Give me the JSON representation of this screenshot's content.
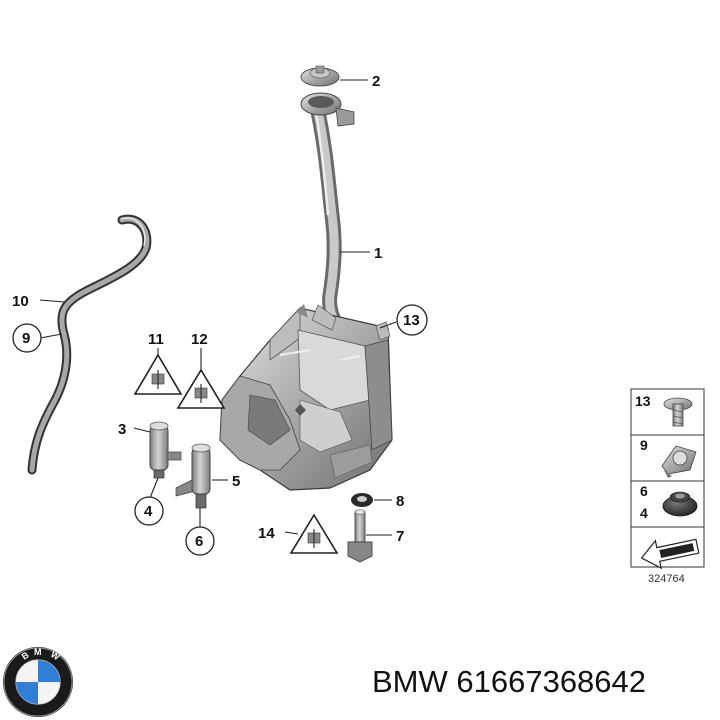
{
  "callouts": {
    "c1": "1",
    "c2": "2",
    "c3": "3",
    "c4": "4",
    "c5": "5",
    "c6": "6",
    "c7": "7",
    "c8": "8",
    "c9": "9",
    "c10": "10",
    "c11": "11",
    "c12": "12",
    "c13": "13",
    "c14": "14"
  },
  "legend": {
    "row1": "13",
    "row2": "9",
    "row3a": "6",
    "row3b": "4"
  },
  "drawing_number": "324764",
  "brand": {
    "logo_letters": "BMW",
    "part_line": "BMW 61667368642"
  },
  "colors": {
    "part_gray": "#9a9a9a",
    "line": "#222222"
  }
}
